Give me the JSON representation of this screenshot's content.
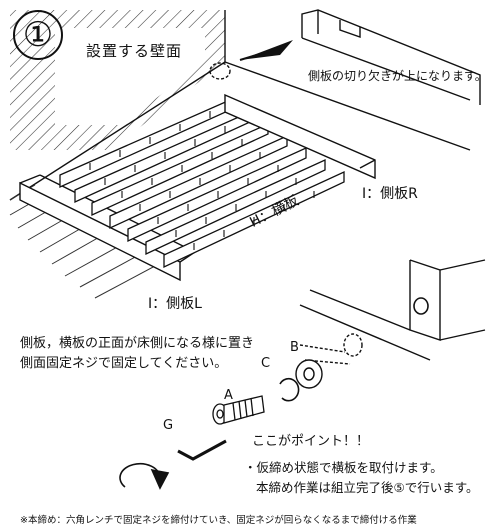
{
  "step_number": "①",
  "labels": {
    "wall": "設置する壁面",
    "notch_note": "側板の切り欠きが上になります。",
    "side_r": "I：側板R",
    "horizontal": "H：横板",
    "side_l": "I：側板L"
  },
  "instructions": {
    "line1": "側板，横板の正面が床側になる様に置き",
    "line2": "側面固定ネジで固定してください。"
  },
  "parts": {
    "a": "A",
    "b": "B",
    "c": "C",
    "g": "G"
  },
  "point": {
    "title": "ここがポイント！！",
    "line1": "・仮締め状態で横板を取付けます。",
    "line2": "本締め作業は組立完了後⑤で行います。"
  },
  "footnote": "※本締め：六角レンチで固定ネジを締付けていき、固定ネジが回らなくなるまで締付ける作業"
}
